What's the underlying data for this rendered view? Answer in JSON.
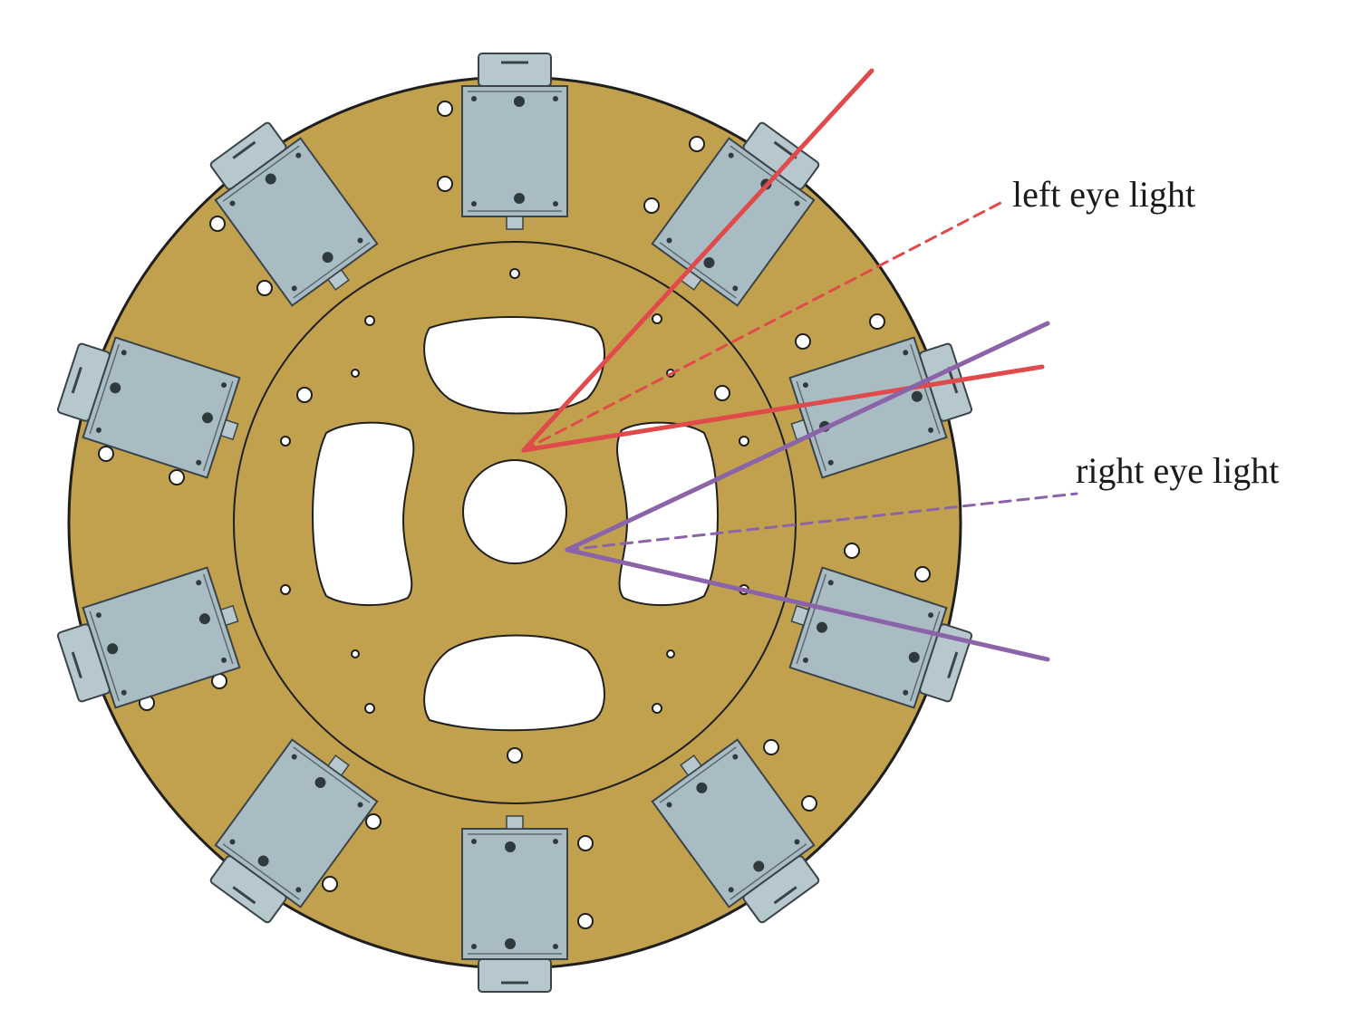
{
  "labels": {
    "left_eye": "left eye light",
    "right_eye": "right eye light"
  },
  "colors": {
    "plate": "#c2a14e",
    "plate_edge": "#1f1f1f",
    "camera_body": "#a9bcc3",
    "camera_lens": "#b6c8ce",
    "camera_edge": "#3a4448",
    "hole": "#ffffff",
    "left_eye_rays": "#e04a4a",
    "right_eye_rays": "#8a63a8"
  },
  "camera_count": 10
}
